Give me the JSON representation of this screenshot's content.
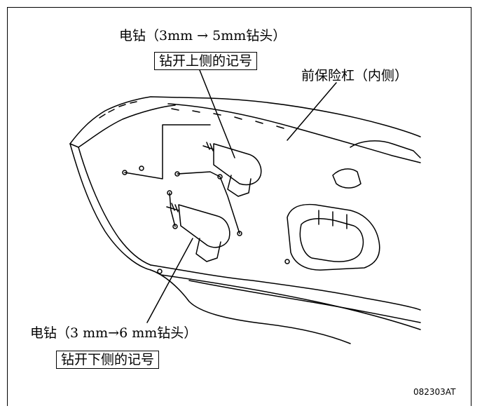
{
  "labels": {
    "drill_top": "电钻（3mm → 5mm钻头）",
    "action_top": "钻开上侧的记号",
    "bumper": "前保险杠（内侧）",
    "drill_bottom": "电钻（3 mm→6 mm钻头）",
    "action_bottom": "钻开下侧的记号"
  },
  "figure_number": "082303AT",
  "icons": {
    "drill": "electric-drill-icon",
    "bumper": "bumper-outline-drawing"
  }
}
